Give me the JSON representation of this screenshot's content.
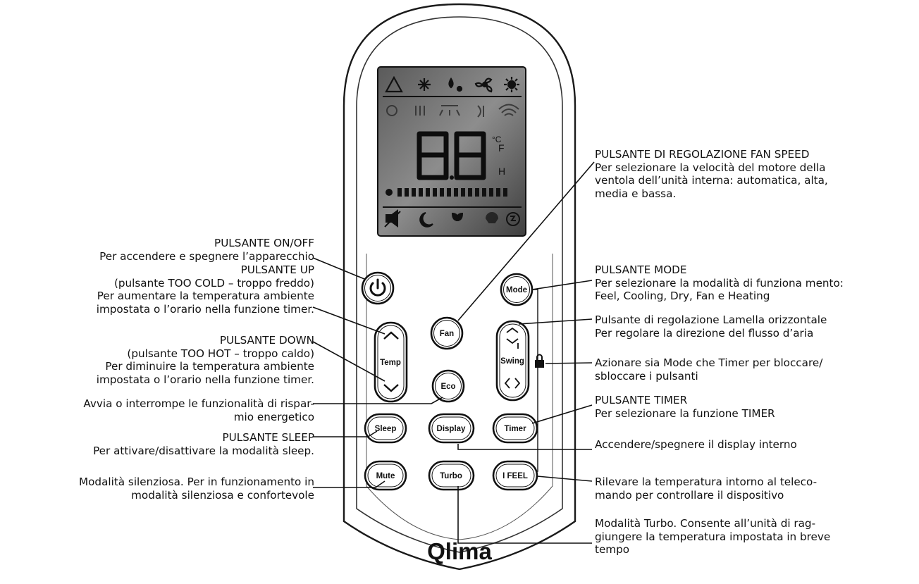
{
  "remote": {
    "brand": "Qlima",
    "lcd_digits": "88",
    "lcd_unit_c": "°C",
    "lcd_unit_f": "F",
    "lcd_unit_h": "H",
    "buttons": {
      "power": "",
      "mode": "Mode",
      "fan": "Fan",
      "temp": "Temp",
      "swing": "Swing",
      "eco": "Eco",
      "sleep": "Sleep",
      "display": "Display",
      "timer": "Timer",
      "mute": "Mute",
      "turbo": "Turbo",
      "ifeel": "I FEEL"
    }
  },
  "labels": {
    "fan_speed": {
      "title": "PULSANTE DI REGOLAZIONE FAN SPEED",
      "desc": [
        "Per selezionare la velocità del motore della",
        "ventola dell’unità interna: automatica, alta,",
        "media e bassa."
      ]
    },
    "on_off": {
      "title": "PULSANTE ON/OFF",
      "desc": [
        "Per accendere e spegnere l’apparecchio"
      ]
    },
    "up": {
      "title": "PULSANTE UP",
      "desc": [
        "(pulsante TOO COLD – troppo freddo)",
        "Per aumentare la temperatura ambiente",
        "impostata o l’orario nella funzione timer."
      ]
    },
    "down": {
      "title": "PULSANTE DOWN",
      "desc": [
        "(pulsante TOO HOT – troppo caldo)",
        "Per diminuire la temperatura ambiente",
        "impostata o l’orario nella funzione timer."
      ]
    },
    "eco": {
      "desc": [
        "Avvia o interrompe le funzionalità di rispar-",
        "mio energetico"
      ]
    },
    "sleep": {
      "title": "PULSANTE SLEEP",
      "desc": [
        "Per attivare/disattivare la modalità sleep."
      ]
    },
    "mute": {
      "desc": [
        "Modalità silenziosa. Per in funzionamento in",
        "modalità silenziosa e confortevole"
      ]
    },
    "mode": {
      "title": "PULSANTE MODE",
      "desc": [
        "Per selezionare la modalità di funziona mento:",
        "Feel, Cooling, Dry, Fan e Heating"
      ]
    },
    "swing": {
      "title": "Pulsante di regolazione Lamella orizzontale",
      "desc": [
        "Per regolare la direzione del flusso d’aria"
      ]
    },
    "lock": {
      "desc": [
        "Azionare sia Mode che Timer per bloccare/",
        "sbloccare i pulsanti"
      ]
    },
    "timer": {
      "title": "PULSANTE TIMER",
      "desc": [
        "Per selezionare la funzione TIMER"
      ]
    },
    "display": {
      "desc": [
        "Accendere/spegnere il display interno"
      ]
    },
    "ifeel": {
      "desc": [
        "Rilevare la temperatura intorno al teleco-",
        "mando per controllare il dispositivo"
      ]
    },
    "turbo": {
      "desc": [
        "Modalità Turbo. Consente all’unità di rag-",
        "giungere la temperatura impostata in breve",
        "tempo"
      ]
    }
  }
}
